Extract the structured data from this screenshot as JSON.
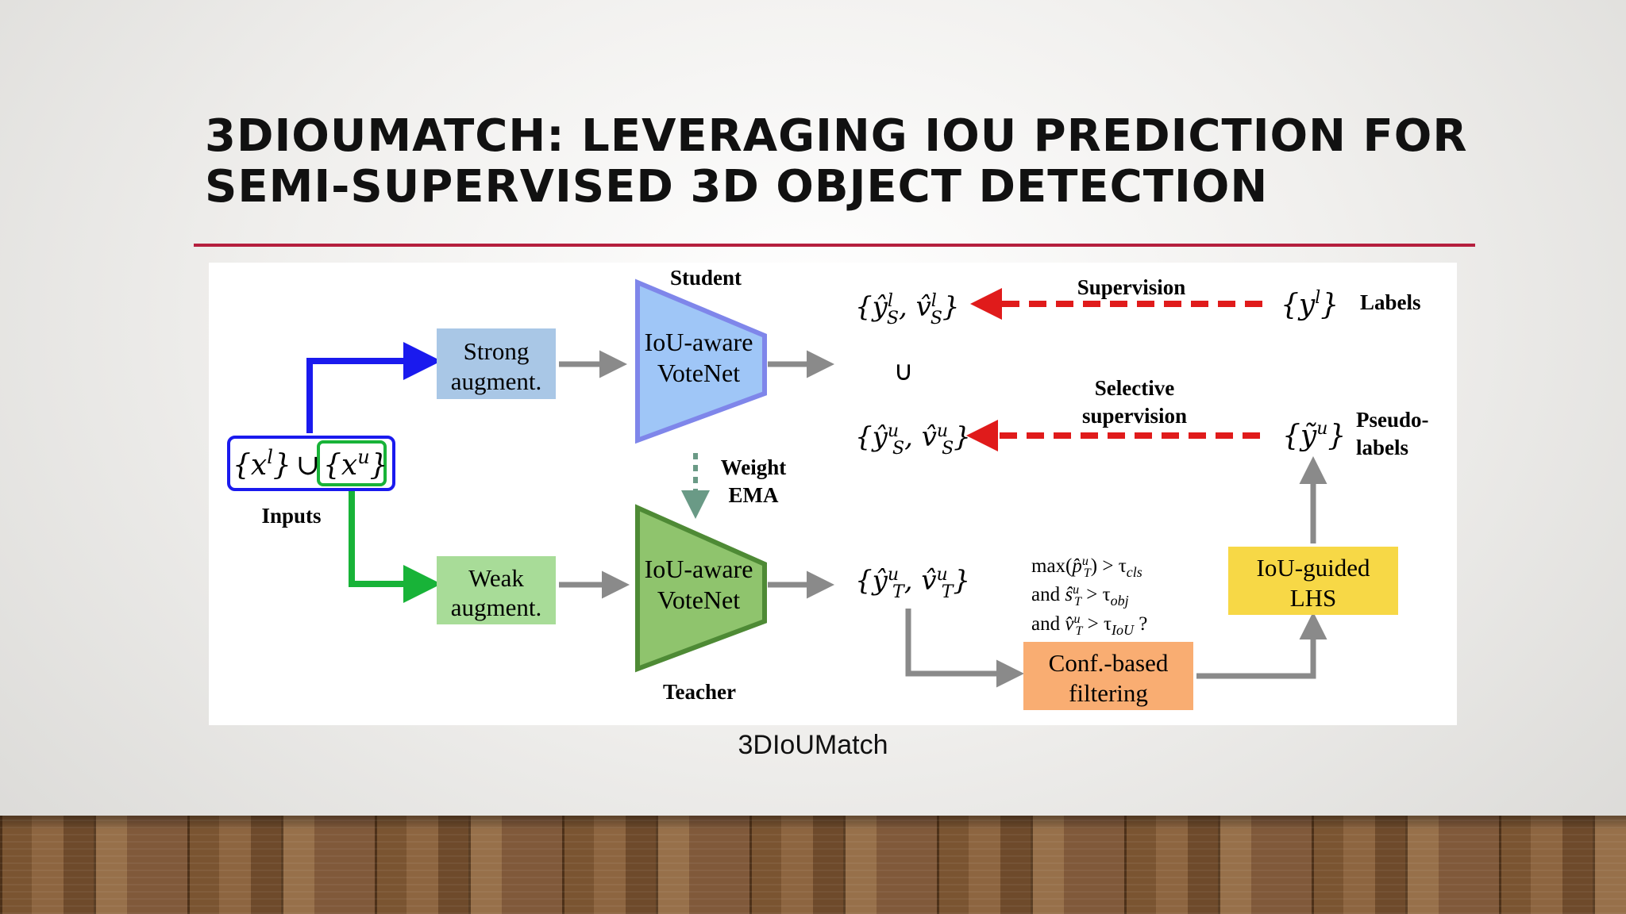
{
  "slide": {
    "title_line1": "3DIOUMATCH: LEVERAGING IOU PREDICTION FOR",
    "title_line2": "SEMI-SUPERVISED 3D OBJECT DETECTION",
    "caption": "3DIoUMatch",
    "accent_color": "#b51f3e"
  },
  "diagram": {
    "inputs_label": "Inputs",
    "inputs_formula": {
      "left": "{x",
      "left_sup": "l",
      "union": "∪",
      "right": "{x",
      "right_sup": "u"
    },
    "strong_augment": [
      "Strong",
      "augment."
    ],
    "weak_augment": [
      "Weak",
      "augment."
    ],
    "student_label": "Student",
    "teacher_label": "Teacher",
    "student_net": [
      "IoU-aware",
      "VoteNet"
    ],
    "teacher_net": [
      "IoU-aware",
      "VoteNet"
    ],
    "weight_ema": [
      "Weight",
      "EMA"
    ],
    "union_symbol": "∪",
    "student_labeled_output": {
      "base": "{ŷ",
      "sup": "l",
      "sub": "S",
      "mid": ", v̂",
      "sup2": "l",
      "sub2": "S",
      "close": "}"
    },
    "student_unlabeled_output": {
      "base": "{ŷ",
      "sup": "u",
      "sub": "S",
      "mid": ", v̂",
      "sup2": "u",
      "sub2": "S",
      "close": "}"
    },
    "teacher_output": {
      "base": "{ŷ",
      "sup": "u",
      "sub": "T",
      "mid": ", v̂",
      "sup2": "u",
      "sub2": "T",
      "close": "}"
    },
    "supervision_label": "Supervision",
    "selective_supervision": [
      "Selective",
      "supervision"
    ],
    "labels_formula": {
      "base": "{y",
      "sup": "l",
      "close": "}"
    },
    "labels_text": "Labels",
    "pseudo_formula": {
      "base": "{ỹ",
      "sup": "u",
      "close": "}"
    },
    "pseudo_labels_text": [
      "Pseudo-",
      "labels"
    ],
    "conditions": [
      {
        "prefix": "max(",
        "var": "p̂",
        "sup": "u",
        "sub": "T",
        "suffix": ") > τ",
        "tsub": "cls"
      },
      {
        "prefix": "and  ",
        "var": "ŝ",
        "sup": "u",
        "sub": "T",
        "suffix": " > τ",
        "tsub": "obj"
      },
      {
        "prefix": "and  ",
        "var": "v̂",
        "sup": "u",
        "sub": "T",
        "suffix": " > τ",
        "tsub": "IoU",
        "end": " ?"
      }
    ],
    "conf_filter": [
      "Conf.-based",
      "filtering"
    ],
    "iou_lhs": [
      "IoU-guided",
      "LHS"
    ],
    "colors": {
      "strong_box": "#a9c7e6",
      "weak_box": "#a8dc98",
      "student_fill": "#9fc6f7",
      "student_stroke": "#7f86ea",
      "teacher_fill": "#8fc46d",
      "teacher_stroke": "#4e8a35",
      "conf_box": "#f9ad72",
      "lhs_box": "#f7d846",
      "blue_arrow": "#1a1aee",
      "green_arrow": "#18b338",
      "red_dash": "#e01b1b",
      "gray_arrow": "#8a8a8a"
    }
  }
}
